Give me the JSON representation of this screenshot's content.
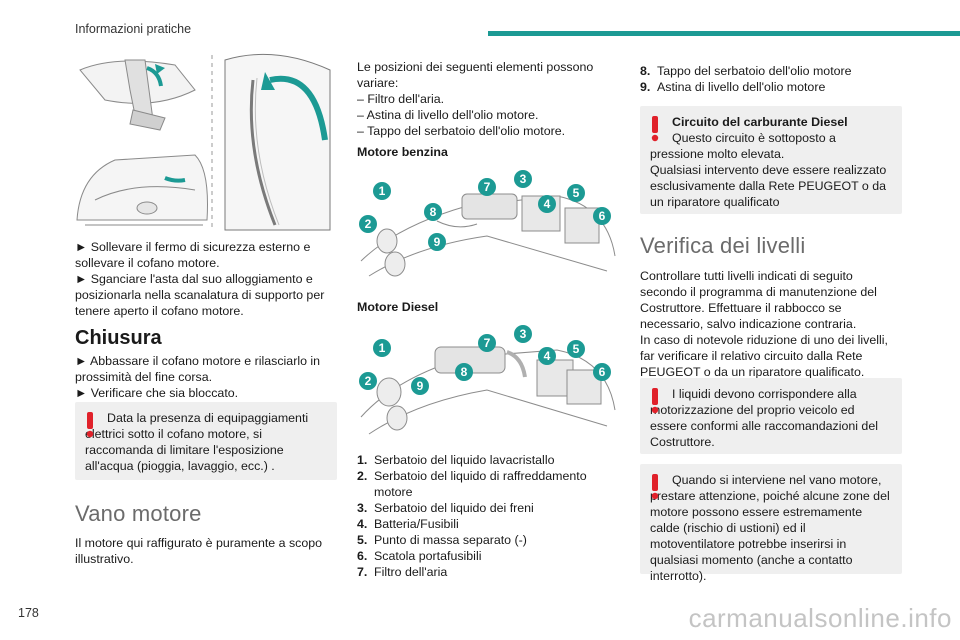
{
  "header": {
    "section_title": "Informazioni pratiche"
  },
  "page_number": "178",
  "watermark": "carmanualsonline.info",
  "col1": {
    "intro_steps": [
      "► Sollevare il fermo di sicurezza esterno e sollevare il cofano motore.",
      "► Sganciare l'asta dal suo alloggiamento e posizionarla nella scanalatura di supporto per tenere aperto il cofano motore."
    ],
    "chiusura_title": "Chiusura",
    "chiusura_steps": [
      "► Abbassare il cofano motore e rilasciarlo in prossimità del fine corsa.",
      "► Verificare che sia bloccato."
    ],
    "warning": "Data la presenza di equipaggiamenti elettrici sotto il cofano motore, si raccomanda di limitare l'esposizione all'acqua (pioggia, lavaggio, ecc.) .",
    "vano_title": "Vano motore",
    "vano_text": "Il motore qui raffigurato è puramente a scopo illustrativo."
  },
  "col2": {
    "intro": "Le posizioni dei seguenti elementi possono variare:",
    "dash_items": [
      "– Filtro dell'aria.",
      "– Astina di livello dell'olio motore.",
      "– Tappo del serbatoio dell'olio motore."
    ],
    "benzina_title": "Motore benzina",
    "diesel_title": "Motore Diesel",
    "callouts": [
      "1",
      "2",
      "3",
      "4",
      "5",
      "6",
      "7",
      "8",
      "9"
    ],
    "legend": [
      {
        "n": "1.",
        "text": "Serbatoio del liquido lavacristallo"
      },
      {
        "n": "2.",
        "text": "Serbatoio del liquido di raffreddamento motore"
      },
      {
        "n": "3.",
        "text": "Serbatoio del liquido dei freni"
      },
      {
        "n": "4.",
        "text": "Batteria/Fusibili"
      },
      {
        "n": "5.",
        "text": "Punto di massa separato (-)"
      },
      {
        "n": "6.",
        "text": "Scatola portafusibili"
      },
      {
        "n": "7.",
        "text": "Filtro dell'aria"
      }
    ]
  },
  "col3": {
    "legend": [
      {
        "n": "8.",
        "text": "Tappo del serbatoio dell'olio motore"
      },
      {
        "n": "9.",
        "text": "Astina di livello dell'olio motore"
      }
    ],
    "diesel_warning_title": "Circuito del carburante Diesel",
    "diesel_warning_first": "Questo circuito è sottoposto a pressione molto elevata.",
    "diesel_warning_second": "Qualsiasi intervento deve essere realizzato esclusivamente dalla Rete PEUGEOT o da un riparatore qualificato",
    "verifica_title": "Verifica dei livelli",
    "verifica_text": "Controllare tutti livelli indicati di seguito secondo il programma di manutenzione del Costruttore. Effettuare il rabbocco se necessario, salvo indicazione contraria.",
    "verifica_text2": "In caso di notevole riduzione di uno dei livelli, far verificare il relativo circuito dalla Rete PEUGEOT o da un riparatore qualificato.",
    "warning_liquids": "I liquidi devono corrispondere alla motorizzazione del proprio veicolo ed essere conformi alle raccomandazioni del Costruttore.",
    "warning_engine": "Quando si interviene nel vano motore, prestare attenzione, poiché alcune zone del motore possono essere estremamente calde (rischio di ustioni) ed il motoventilatore potrebbe inserirsi in qualsiasi momento (anche a contatto interrotto)."
  },
  "colors": {
    "accent": "#1c9a94",
    "warning": "#e0212a",
    "box": "#efefef"
  }
}
